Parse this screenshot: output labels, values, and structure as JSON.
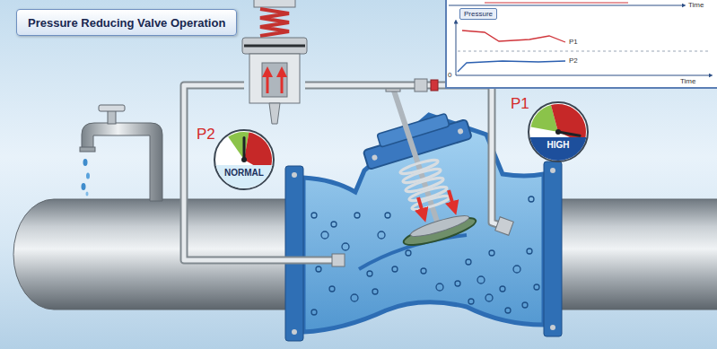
{
  "diagram": {
    "title": "Pressure Reducing Valve Operation",
    "nodes": [
      {
        "text": [
          "Pressure"
        ]
      },
      {
        "text": [
          "P2",
          "NORMAL"
        ]
      },
      {
        "text": [
          "P1",
          "HIGH"
        ]
      }
    ],
    "labels": [
      "Time",
      "P1",
      "P2",
      "0",
      "Time"
    ]
  }
}
